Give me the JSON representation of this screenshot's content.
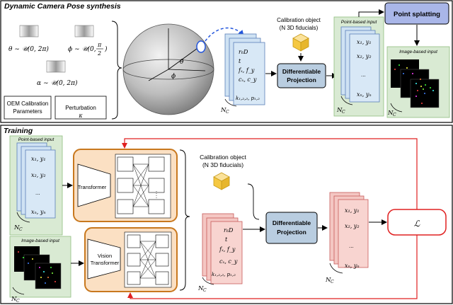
{
  "top_panel": {
    "title": "Dynamic Camera Pose synthesis",
    "theta_dist": "θ ∼ 𝒰(0, 2π)",
    "phi_dist_a": "ϕ ∼ 𝒰(0,",
    "phi_dist_pi": "π",
    "phi_dist_two": "2",
    "phi_dist_close": ")",
    "alpha_dist": "α ∼ 𝒰(0, 2π)",
    "oem_label_1": "OEM Calibration",
    "oem_label_2": "Parameters",
    "perturb_label_1": "Perturbation",
    "perturb_label_2": "κ",
    "sphere_theta": "θ",
    "sphere_phi": "ϕ",
    "calib_object_1": "Calibration object",
    "calib_object_2": "(N 3D fiducials)",
    "diff_proj_1": "Differentiable",
    "diff_proj_2": "Projection",
    "point_based_input": "Point-based input",
    "image_based_input": "Image-based input",
    "point_splatting": "Point splatting",
    "nc": "N",
    "nc_sub": "C"
  },
  "params_stack": [
    "r₆D",
    "t",
    "fₓ, f_y",
    "cₓ, c_y",
    "k₁,₂,₃, p₁,₂"
  ],
  "points_stack": [
    "x₁, y₁",
    "x₂, y₂",
    "xₙ, yₙ"
  ],
  "ellipsis": "...",
  "training_panel": {
    "title": "Training",
    "point_based_input": "Point-based input",
    "image_based_input": "Image-based input",
    "transformer": "Transformer",
    "vision_transformer_1": "Vision",
    "vision_transformer_2": "Transformer",
    "calib_object_1": "Calibration object",
    "calib_object_2": "(N 3D fiducials)",
    "diff_proj_1": "Differentiable",
    "diff_proj_2": "Projection",
    "loss": "ℒ"
  },
  "colors": {
    "blue_card": "#cfe2f3",
    "blue_edge": "#5b7fb8",
    "green_panel": "#d9ead3",
    "red_card": "#f4c7c3",
    "red_edge": "#c85a5a",
    "orange_fill": "#fbe0c3",
    "orange_edge": "#c8781e",
    "proj_fill": "#b9cde0",
    "splat_fill": "#a9b6e8",
    "cube": "#f5c842",
    "red_arrow": "#e02020"
  }
}
